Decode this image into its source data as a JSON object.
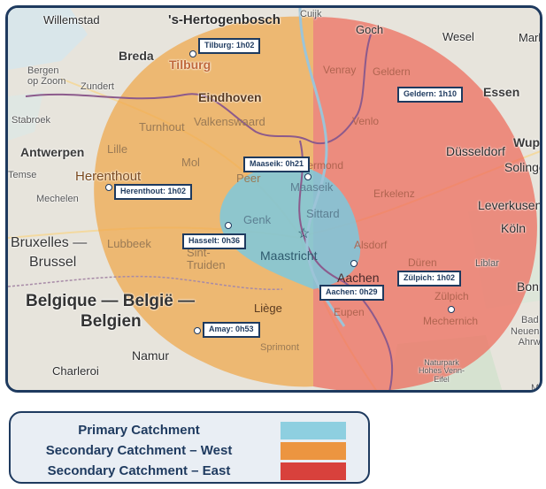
{
  "map": {
    "places": {
      "willemstad": "Willemstad",
      "hertogenbosch": "'s-Hertogenbosch",
      "cuijk": "Cuijk",
      "goch": "Goch",
      "wesel": "Wesel",
      "marl": "Marl",
      "breda": "Breda",
      "tilburg": "Tilburg",
      "venray": "Venray",
      "geldern": "Geldern",
      "essen": "Essen",
      "bergen": "Bergen\nop Zoom",
      "zundert": "Zundert",
      "eindhoven": "Eindhoven",
      "stabroek": "Stabroek",
      "turnhout": "Turnhout",
      "valkenswaard": "Valkenswaard",
      "venlo": "Venlo",
      "wupp": "Wupp",
      "antwerpen": "Antwerpen",
      "lille": "Lille",
      "dusseldorf": "Düsseldorf",
      "solingen": "Solinger",
      "temse": "Temse",
      "herenthout": "Herenthout",
      "mol": "Mol",
      "roermond": "Roermond",
      "peer": "Peer",
      "maaseik": "Maaseik",
      "mechelen": "Mechelen",
      "erkelenz": "Erkelenz",
      "leverkusen": "Leverkusen",
      "genk": "Genk",
      "sittard": "Sittard",
      "koln": "Köln",
      "bruxelles": "Bruxelles —",
      "brussel": "Brussel",
      "lubbeek": "Lubbeek",
      "sint_truiden": "Sint-\nTruiden",
      "maastricht": "Maastricht",
      "alsdorf": "Alsdorf",
      "aachen": "Aachen",
      "duren": "Düren",
      "liblar": "Liblar",
      "bonn": "Bonn",
      "belgique": "Belgique — België —",
      "belgien": "Belgien",
      "liege": "Liège",
      "eupen": "Eupen",
      "zulpich": "Zülpich",
      "mechernich": "Mechernich",
      "bad": "Bad",
      "neuenahr": "Neuenah\nAhrweil",
      "namur": "Namur",
      "sprimont": "Sprimont",
      "charleroi": "Charleroi",
      "naturpark": "Naturpark\nHohes Venn-\nEifel",
      "ma": "Ma"
    },
    "callouts": {
      "tilburg": "Tilburg: 1h02",
      "geldern": "Geldern: 1h10",
      "maaseik": "Maaseik: 0h21",
      "herenthout": "Herenthout: 1h02",
      "hasselt": "Hasselt: 0h36",
      "zulpich": "Zülpich: 1h02",
      "aachen": "Aachen: 0h29",
      "amay": "Amay: 0h53"
    },
    "origin_icon": "star-icon",
    "colors": {
      "primary": "#7cc8dd",
      "west": "#f0a64a",
      "east": "#ee6a5a"
    }
  },
  "legend": {
    "primary": {
      "label": "Primary Catchment",
      "color": "#8ecfe0"
    },
    "west": {
      "label": "Secondary Catchment – West",
      "color": "#ec9540"
    },
    "east": {
      "label": "Secondary Catchment – East",
      "color": "#d8413c"
    }
  }
}
